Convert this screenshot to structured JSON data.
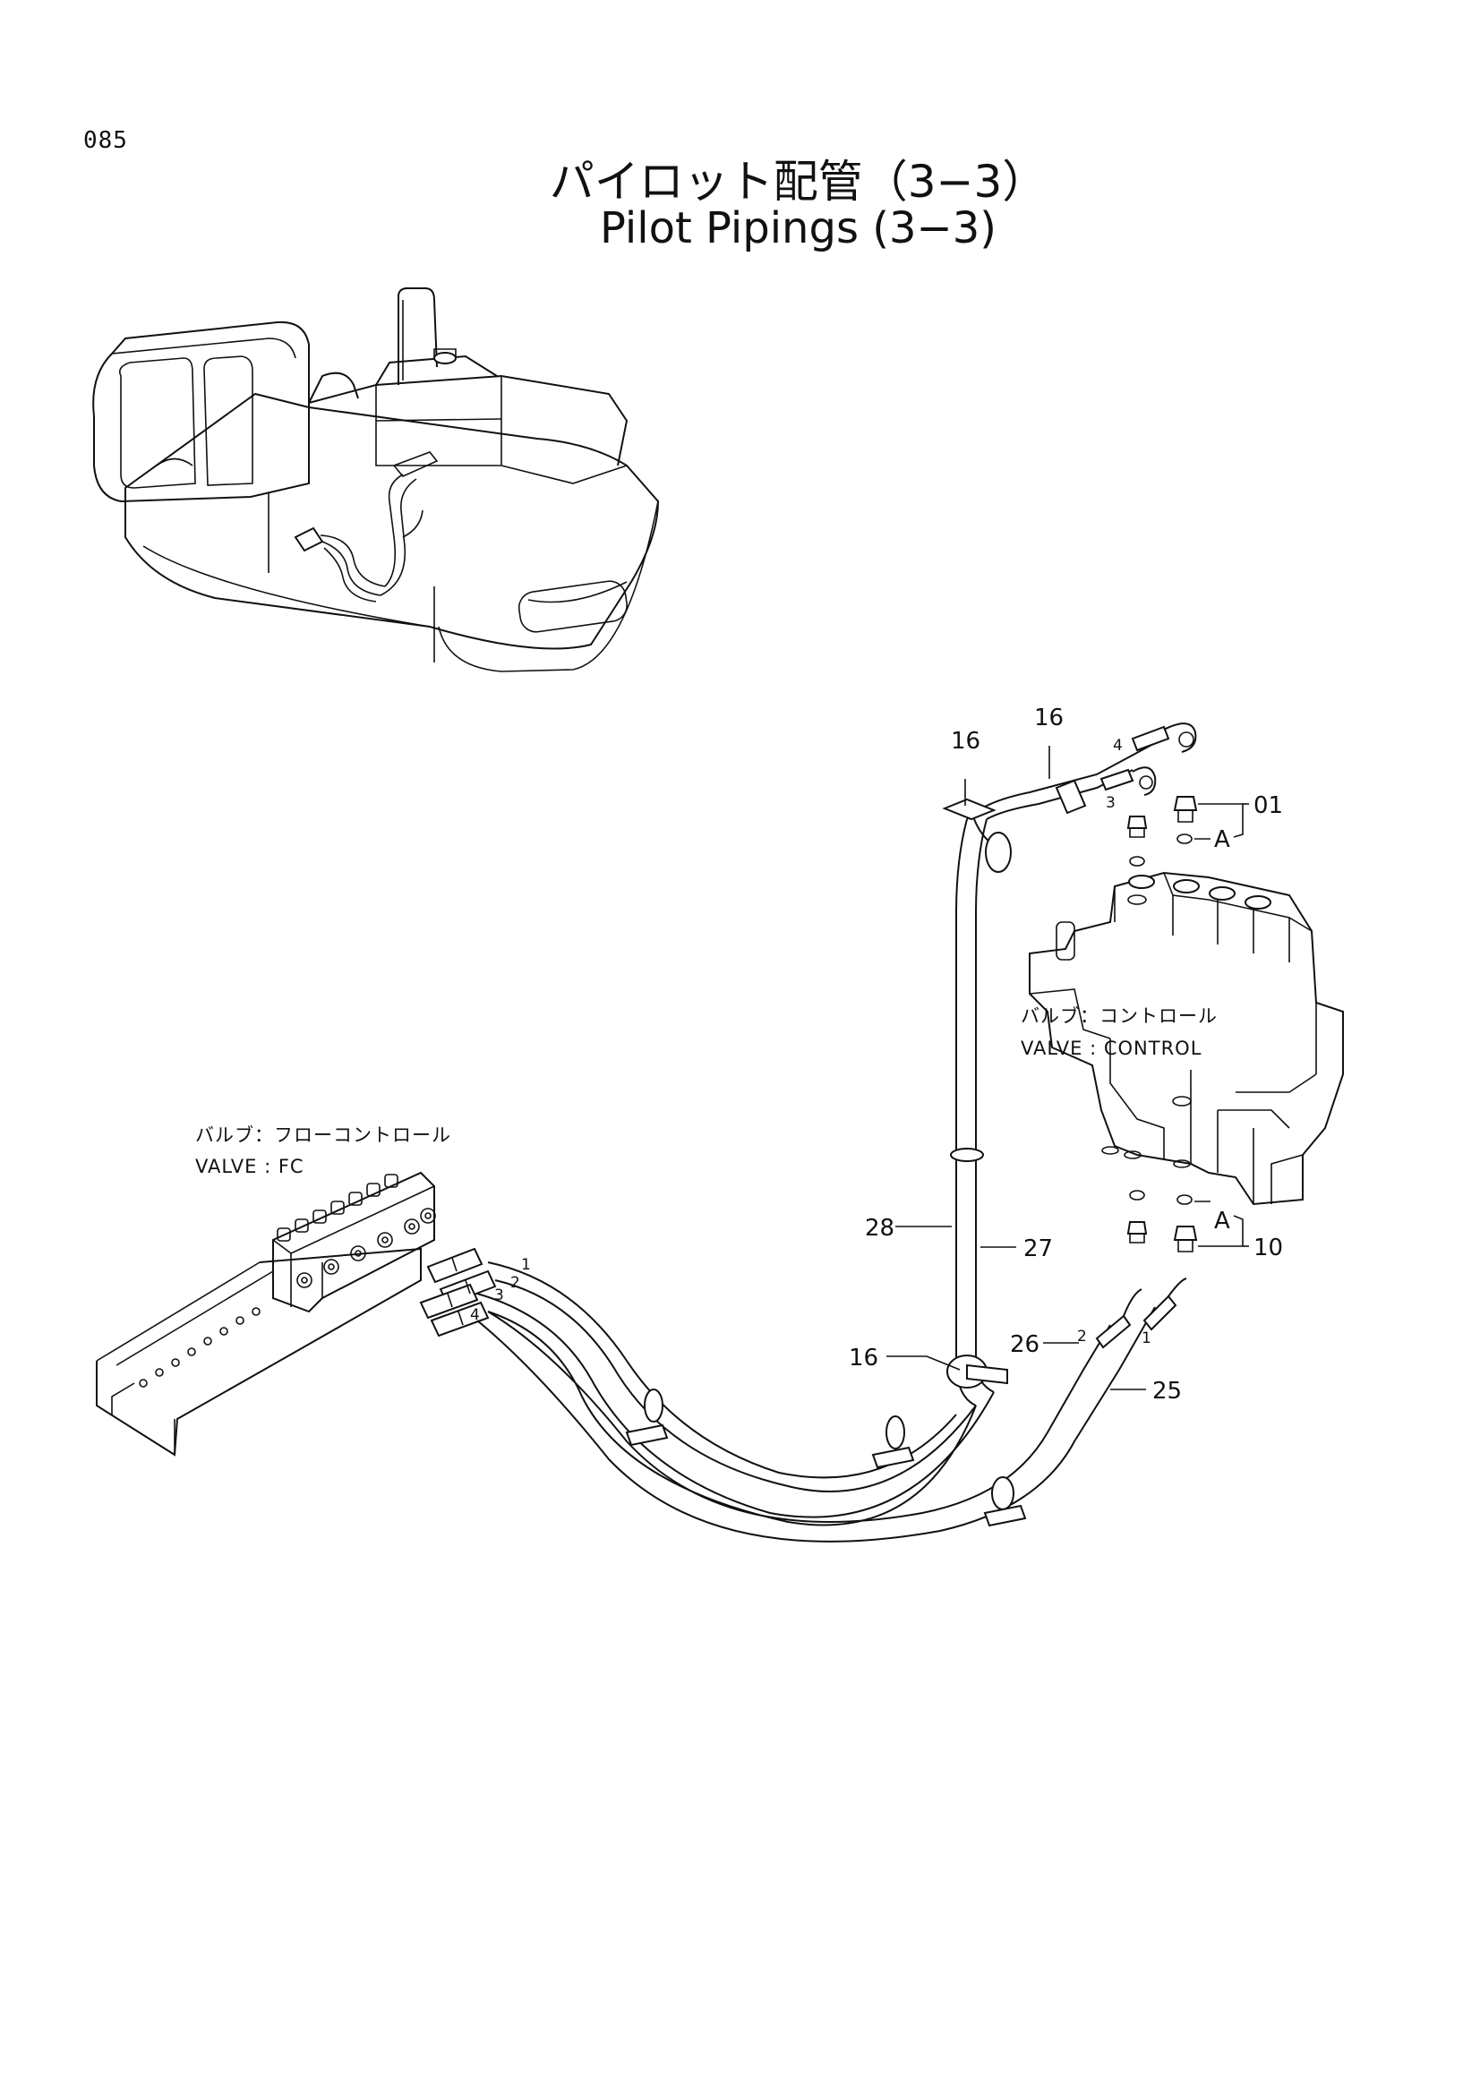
{
  "page_number": "085",
  "title_ja": "パイロット配管（3−3）",
  "title_en": "Pilot Pipings (3−3)",
  "components": {
    "control_valve_ja": "バルブ：コントロール",
    "control_valve_en": "VALVE : CONTROL",
    "fc_valve_ja": "バルブ：フローコントロール",
    "fc_valve_en": "VALVE : FC"
  },
  "callouts": {
    "c01": "01",
    "c10": "10",
    "cA_top": "A",
    "cA_bottom": "A",
    "c16_top_left": "16",
    "c16_top_right": "16",
    "c16_bottom": "16",
    "c25": "25",
    "c26": "26",
    "c27": "27",
    "c28": "28"
  },
  "hose_numbers": {
    "top_3": "3",
    "top_4": "4",
    "fc_1": "1",
    "fc_2": "2",
    "fc_3": "3",
    "fc_4": "4",
    "cv_1": "1",
    "cv_2": "2"
  }
}
